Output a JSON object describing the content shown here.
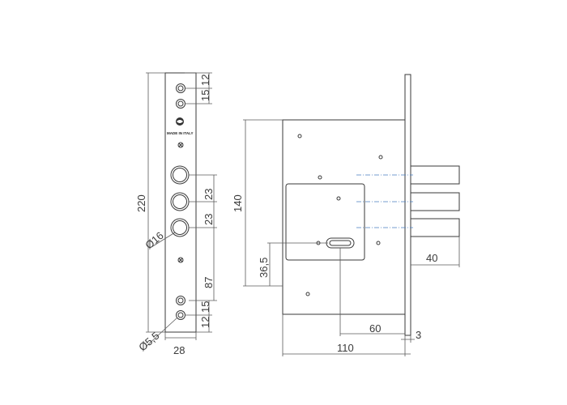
{
  "diagram": {
    "stamp_text": "MADE IN ITALY",
    "faceplate_dims": {
      "d_12": "12",
      "d_15_top": "15",
      "d_23_a": "23",
      "d_23_b": "23",
      "d_220": "220",
      "d_87": "87",
      "d_12_bottom": "12",
      "d_15_bottom": "15",
      "d_28": "28",
      "d_phi16": "Ø16",
      "d_phi55": "Ø5,5"
    },
    "body_dims": {
      "d_140": "140",
      "d_365": "36,5",
      "d_40": "40",
      "d_60": "60",
      "d_3": "3",
      "d_110": "110"
    }
  }
}
